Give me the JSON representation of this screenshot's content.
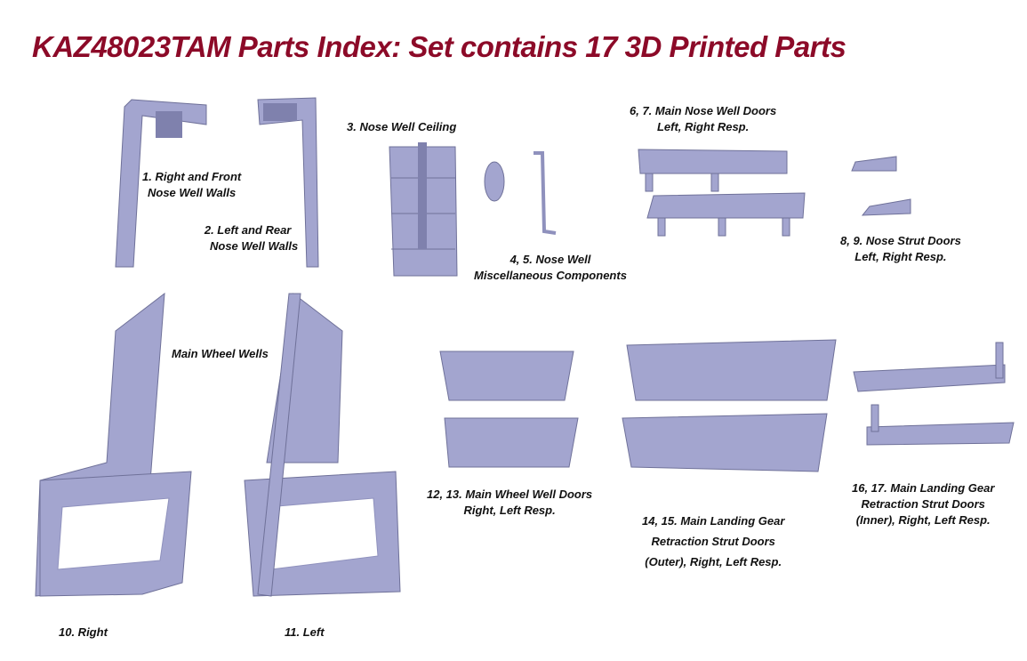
{
  "title": "KAZ48023TAM Parts Index: Set contains 17 3D Printed Parts",
  "colors": {
    "title": "#8c0a28",
    "part": "#a3a5cf"
  },
  "labels": {
    "p1": [
      "1. Right and Front",
      "Nose Well Walls"
    ],
    "p2": [
      "2. Left and Rear",
      "Nose Well Walls"
    ],
    "p3": [
      "3. Nose Well Ceiling"
    ],
    "p45": [
      "4, 5. Nose Well",
      "Miscellaneous Components"
    ],
    "p67": [
      "6, 7. Main Nose Well Doors",
      "Left, Right Resp."
    ],
    "p89": [
      "8, 9. Nose Strut Doors",
      "Left, Right Resp."
    ],
    "main_wells": [
      "Main Wheel Wells"
    ],
    "p10": [
      "10. Right"
    ],
    "p11": [
      "11. Left"
    ],
    "p1213": [
      "12, 13. Main Wheel Well Doors",
      "Right, Left Resp."
    ],
    "p1415": [
      "14, 15. Main Landing Gear",
      "Retraction Strut Doors",
      "(Outer), Right, Left Resp."
    ],
    "p1617": [
      "16, 17. Main Landing Gear",
      "Retraction Strut Doors",
      "(Inner), Right, Left Resp."
    ]
  }
}
